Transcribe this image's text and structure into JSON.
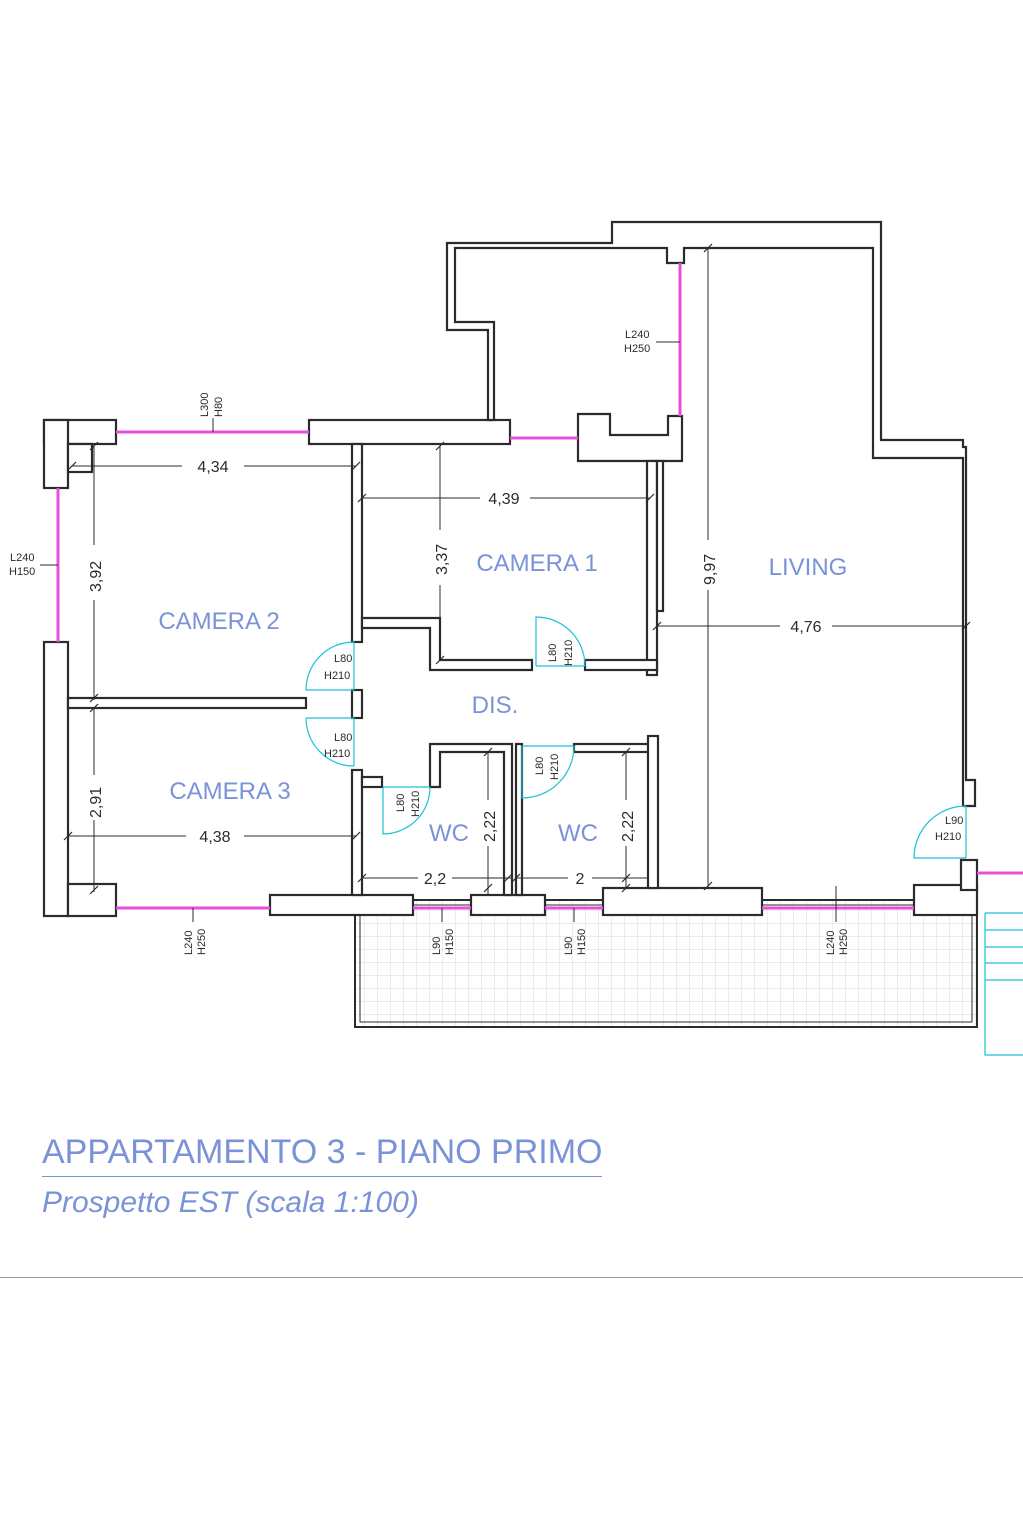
{
  "rooms": {
    "camera1": "CAMERA 1",
    "camera2": "CAMERA 2",
    "camera3": "CAMERA 3",
    "living": "LIVING",
    "dis": "DIS.",
    "wc1": "WC",
    "wc2": "WC"
  },
  "dimensions": {
    "camera2_width": "4,34",
    "camera2_depth": "3,92",
    "camera1_width": "4,39",
    "camera1_depth": "3,37",
    "living_depth": "9,97",
    "living_width": "4,76",
    "camera3_depth": "2,91",
    "camera3_width": "4,38",
    "wc1_width": "2,2",
    "wc1_depth": "2,22",
    "wc2_width": "2",
    "wc2_depth": "2,22"
  },
  "windows": {
    "top_living": {
      "l": "L240",
      "h": "H250"
    },
    "top_camera2": {
      "l": "L300",
      "h": "H80"
    },
    "left_camera2": {
      "l": "L240",
      "h": "H150"
    },
    "bottom_camera3": {
      "l": "L240",
      "h": "H250"
    },
    "bottom_wc1": {
      "l": "L90",
      "h": "H150"
    },
    "bottom_wc2": {
      "l": "L90",
      "h": "H150"
    },
    "bottom_living": {
      "l": "L240",
      "h": "H250"
    }
  },
  "doors": {
    "camera2": {
      "l": "L80",
      "h": "H210"
    },
    "camera3": {
      "l": "L80",
      "h": "H210"
    },
    "camera1": {
      "l": "L80",
      "h": "H210"
    },
    "wc1": {
      "l": "L80",
      "h": "H210"
    },
    "wc2": {
      "l": "L80",
      "h": "H210"
    },
    "entrance": {
      "l": "L90",
      "h": "H210"
    }
  },
  "title": {
    "main": "APPARTAMENTO 3 - PIANO PRIMO",
    "sub": "Prospetto EST (scala 1:100)"
  },
  "colors": {
    "room_label": "#7a93d8",
    "window": "#e84fd8",
    "door": "#19c3d6",
    "wall": "#2b2b2b"
  }
}
